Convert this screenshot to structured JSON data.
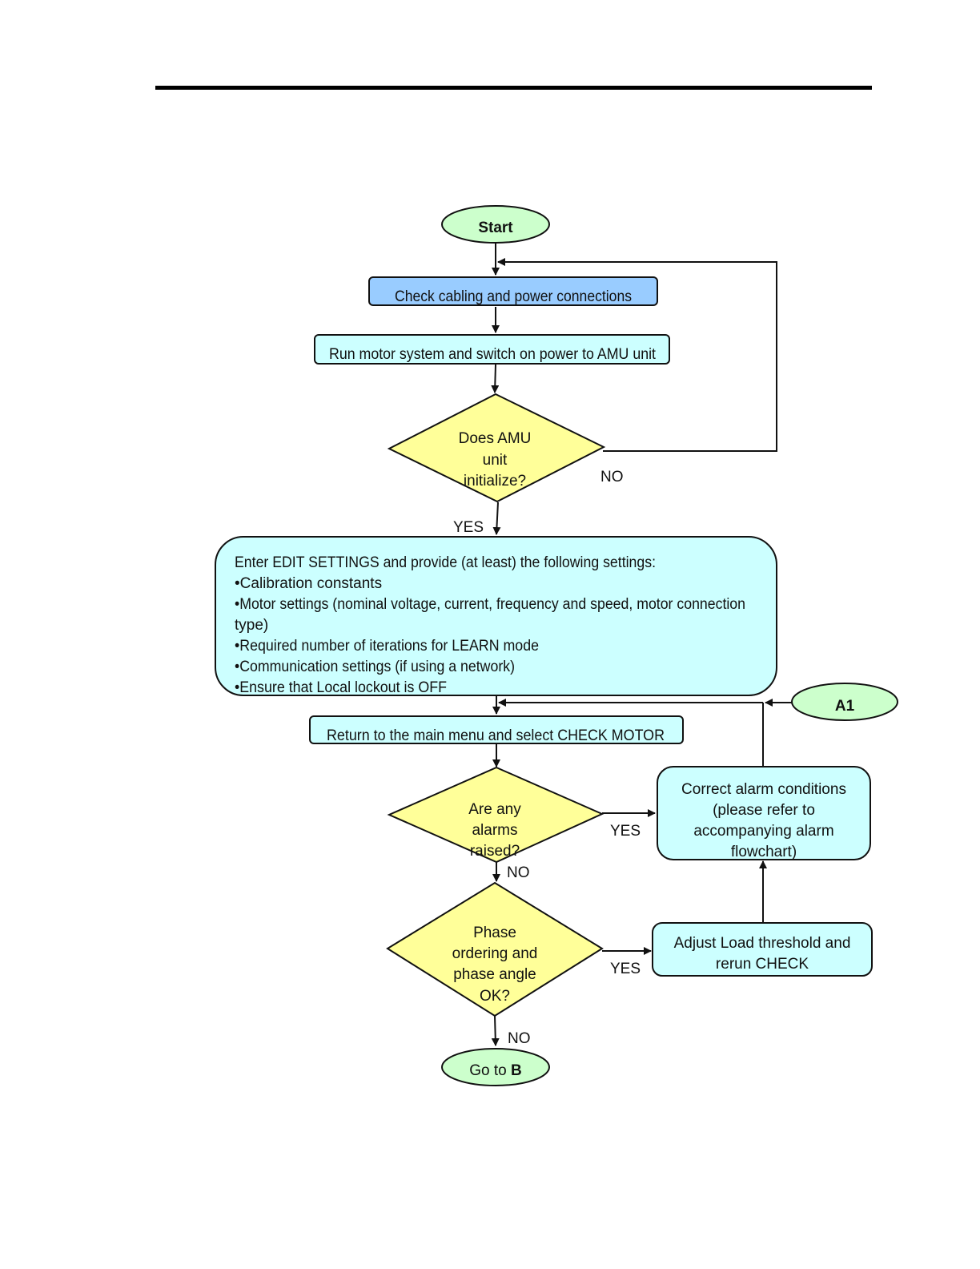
{
  "colors": {
    "terminal": "#ccffcc",
    "highlight_process": "#99ccff",
    "process": "#ccffff",
    "decision": "#ffff99",
    "lines": "#111111"
  },
  "nodes": {
    "start": "Start",
    "check_cabling": "Check cabling and power connections",
    "run_motor": "Run motor system and switch on power to AMU unit",
    "amu_initialize": [
      "Does AMU",
      "unit",
      "initialize?"
    ],
    "edit_settings": [
      "Enter EDIT SETTINGS and provide (at least) the following settings:",
      "•Calibration constants",
      "•Motor settings (nominal voltage, current, frequency and speed, motor connection",
      "type)",
      "•Required number of iterations for LEARN mode",
      "•Communication settings (if using a network)",
      "•Ensure that Local lockout is OFF"
    ],
    "connector_a1": "A1",
    "check_motor": "Return to the main menu and select CHECK MOTOR",
    "alarms_raised": [
      "Are any",
      "alarms",
      "raised?"
    ],
    "correct_alarms": [
      "Correct alarm conditions",
      "(please refer to",
      "accompanying alarm",
      "flowchart)"
    ],
    "phase_ok": [
      "Phase",
      "ordering and",
      "phase angle",
      "OK?"
    ],
    "adjust_load": [
      "Adjust Load threshold and",
      "rerun CHECK"
    ],
    "goto_b_prefix": "Go to ",
    "goto_b_target": "B"
  },
  "edges": {
    "amu_no": "NO",
    "amu_yes": "YES",
    "alarms_yes": "YES",
    "alarms_no": "NO",
    "phase_yes": "YES",
    "phase_no": "NO"
  }
}
